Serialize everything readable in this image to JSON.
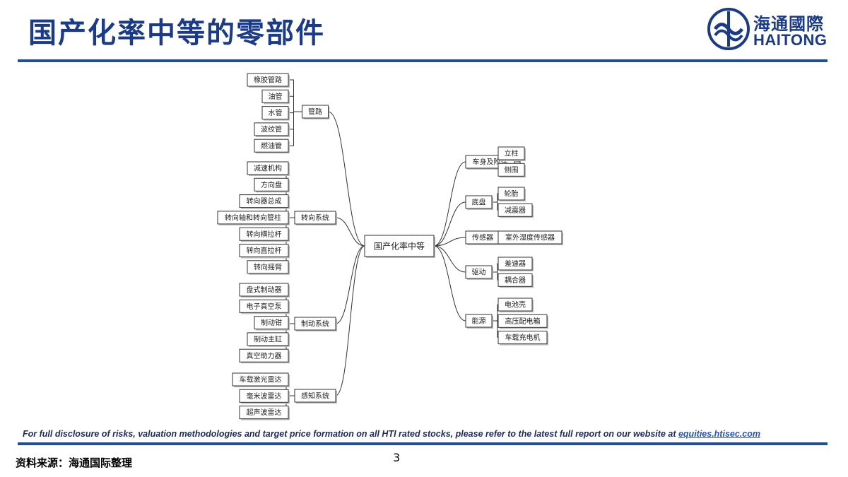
{
  "header": {
    "title": "国产化率中等的零部件"
  },
  "logo": {
    "name_cn": "海通國際",
    "name_en": "HAITONG"
  },
  "diagram": {
    "root": "国产化率中等",
    "left": [
      {
        "label": "管路",
        "children": [
          "橡胶管路",
          "油管",
          "水管",
          "波纹管",
          "燃油管"
        ]
      },
      {
        "label": "转向系统",
        "children": [
          "减速机构",
          "方向盘",
          "转向器总成",
          "转向轴和转向管柱",
          "转向横拉杆",
          "转向直拉杆",
          "转向摇臂"
        ]
      },
      {
        "label": "制动系统",
        "children": [
          "盘式制动器",
          "电子真空泵",
          "制动钳",
          "制动主缸",
          "真空助力器"
        ]
      },
      {
        "label": "感知系统",
        "children": [
          "车载激光雷达",
          "毫米波雷达",
          "超声波雷达"
        ]
      }
    ],
    "right": [
      {
        "label": "车身及附件",
        "children": [
          "立柱",
          "侧围"
        ]
      },
      {
        "label": "底盘",
        "children": [
          "轮胎",
          "减震器"
        ]
      },
      {
        "label": "传感器",
        "children": [
          "室外湿度传感器"
        ]
      },
      {
        "label": "驱动",
        "children": [
          "差速器",
          "耦合器"
        ]
      },
      {
        "label": "能源",
        "children": [
          "电池壳",
          "高压配电箱",
          "车载充电机"
        ]
      }
    ]
  },
  "footer": {
    "disclosure": "For full disclosure of risks, valuation methodologies and target price formation on all HTI rated stocks, please refer to the latest full report on our website at ",
    "link": "equities.htisec.com",
    "source": "资料来源：海通国际整理",
    "page": "3"
  }
}
